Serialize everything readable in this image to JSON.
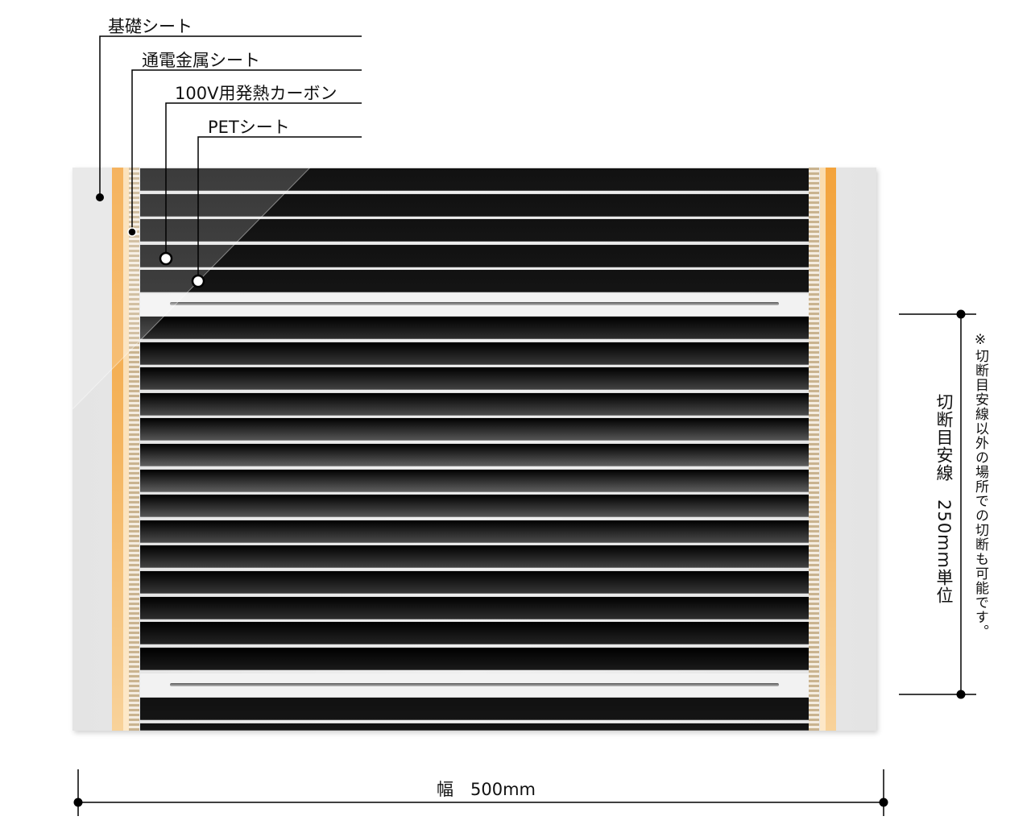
{
  "layers": {
    "base_sheet": "基礎シート",
    "conductive_metal_sheet": "通電金属シート",
    "heating_carbon": "100V用発熱カーボン",
    "pet_sheet": "PETシート"
  },
  "dimensions": {
    "width_label": "幅　500mm",
    "cut_line_label": "切断目安線　250mm単位",
    "cut_note": "※切断目安線以外の場所での切断も可能です。"
  },
  "colors": {
    "electrode": "#f3a33c",
    "carbon_dark": "#151515",
    "carbon_mid": "#666666",
    "base_sheet": "#e8e8e8"
  }
}
